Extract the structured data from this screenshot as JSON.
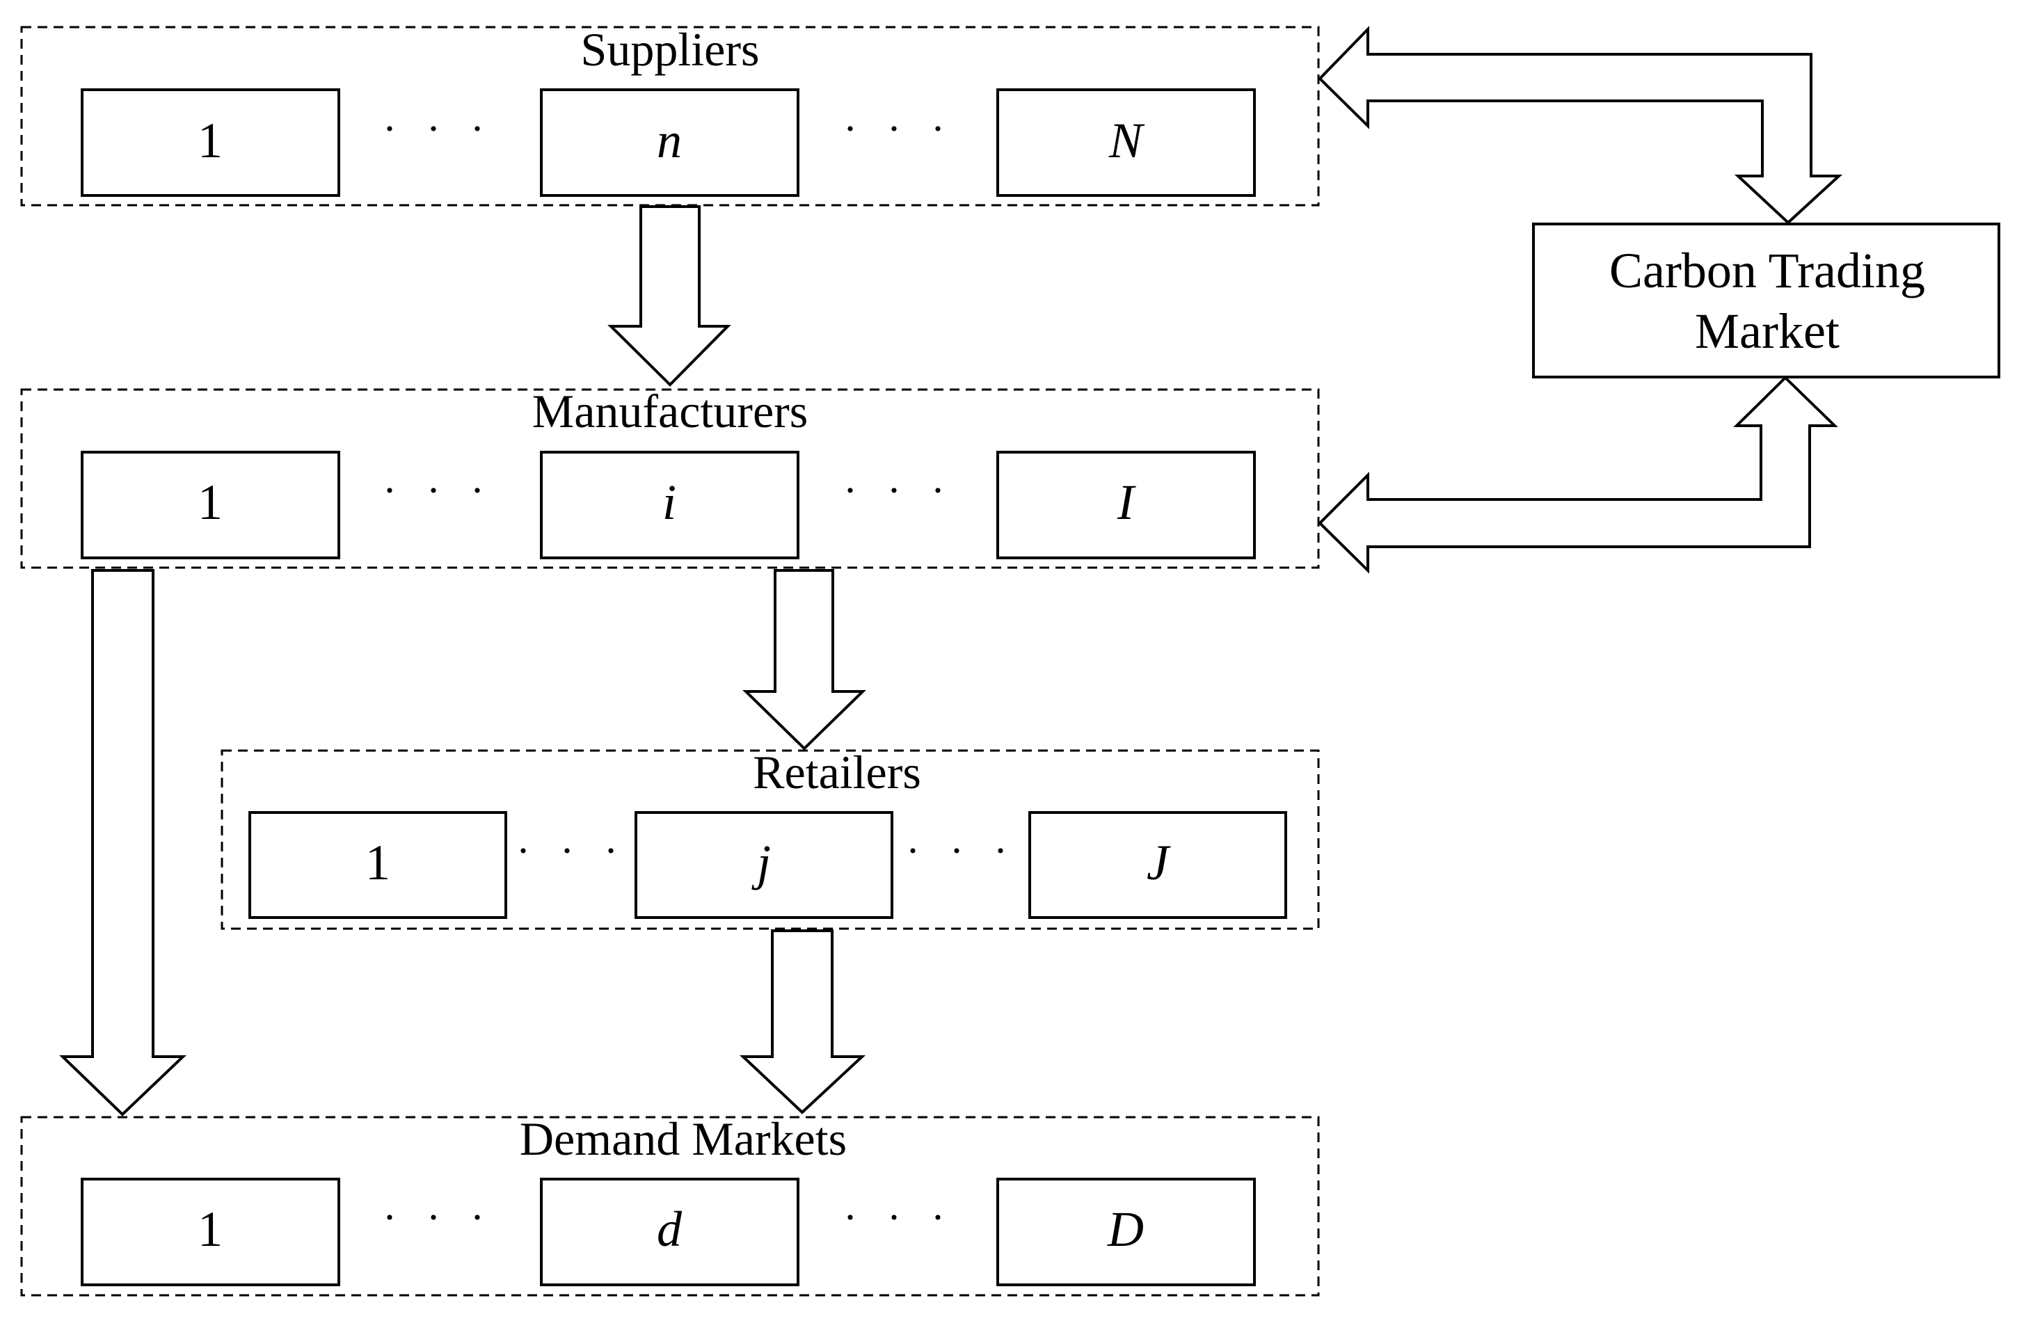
{
  "tiers": {
    "suppliers": {
      "label": "Suppliers",
      "nodes": [
        "1",
        "n",
        "N"
      ],
      "separators": [
        "· · ·",
        "· · ·"
      ]
    },
    "manufacturers": {
      "label": "Manufacturers",
      "nodes": [
        "1",
        "i",
        "I"
      ],
      "separators": [
        "· · ·",
        "· · ·"
      ]
    },
    "retailers": {
      "label": "Retailers",
      "nodes": [
        "1",
        "j",
        "J"
      ],
      "separators": [
        "· · ·",
        "· · ·"
      ]
    },
    "demand_markets": {
      "label": "Demand Markets",
      "nodes": [
        "1",
        "d",
        "D"
      ],
      "separators": [
        "· · ·",
        "· · ·"
      ]
    }
  },
  "carbon_market": {
    "line1": "Carbon Trading",
    "line2": "Market"
  }
}
